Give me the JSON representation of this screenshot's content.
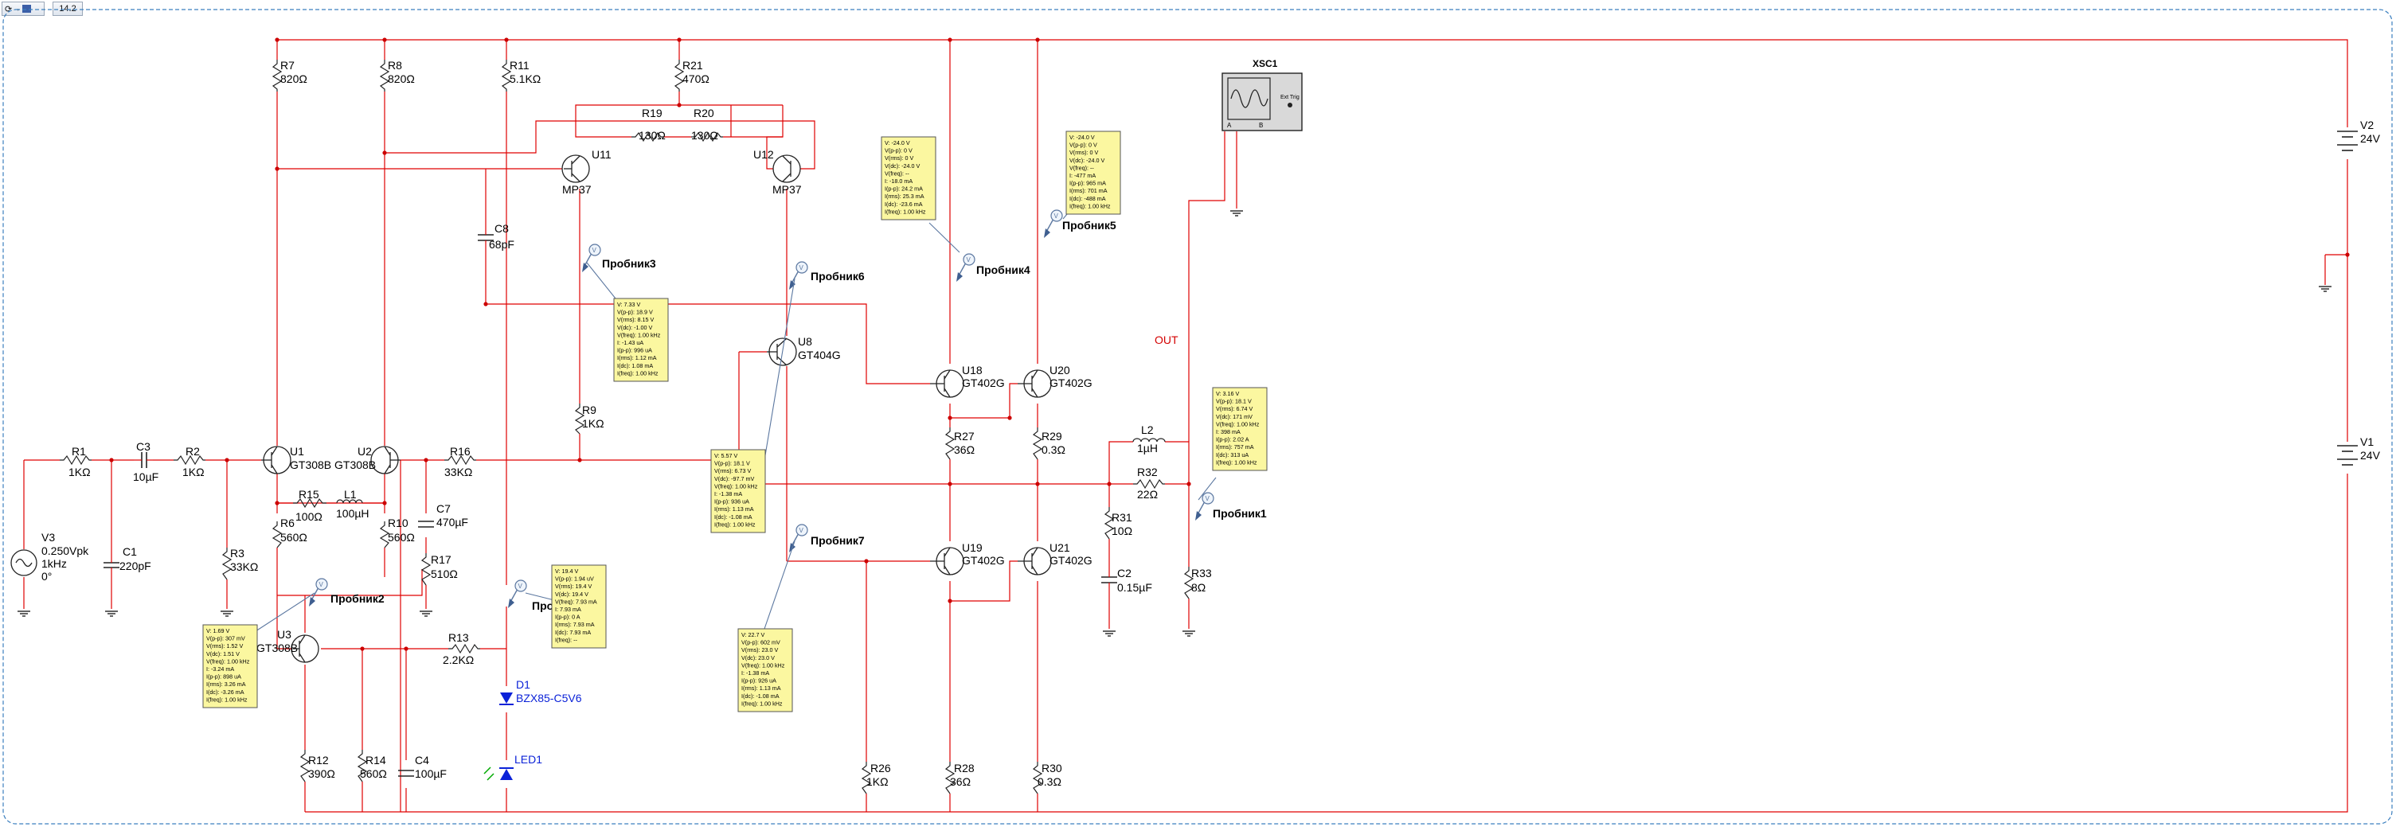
{
  "tabs": {
    "icons_label": "",
    "version": "14.2"
  },
  "components": {
    "R1": {
      "ref": "R1",
      "val": "1KΩ"
    },
    "R2": {
      "ref": "R2",
      "val": "1KΩ"
    },
    "R3": {
      "ref": "R3",
      "val": "33KΩ"
    },
    "R6": {
      "ref": "R6",
      "val": "560Ω"
    },
    "R7": {
      "ref": "R7",
      "val": "820Ω"
    },
    "R8": {
      "ref": "R8",
      "val": "820Ω"
    },
    "R9": {
      "ref": "R9",
      "val": "1KΩ"
    },
    "R10": {
      "ref": "R10",
      "val": "560Ω"
    },
    "R11": {
      "ref": "R11",
      "val": "5.1KΩ"
    },
    "R12": {
      "ref": "R12",
      "val": "390Ω"
    },
    "R13": {
      "ref": "R13",
      "val": "2.2KΩ"
    },
    "R14": {
      "ref": "R14",
      "val": "560Ω"
    },
    "R15": {
      "ref": "R15",
      "val": "100Ω"
    },
    "R16": {
      "ref": "R16",
      "val": "33KΩ"
    },
    "R17": {
      "ref": "R17",
      "val": "510Ω"
    },
    "R19": {
      "ref": "R19",
      "val": "130Ω"
    },
    "R20": {
      "ref": "R20",
      "val": "130Ω"
    },
    "R21": {
      "ref": "R21",
      "val": "470Ω"
    },
    "R26": {
      "ref": "R26",
      "val": "1KΩ"
    },
    "R27": {
      "ref": "R27",
      "val": "36Ω"
    },
    "R28": {
      "ref": "R28",
      "val": "36Ω"
    },
    "R29": {
      "ref": "R29",
      "val": "0.3Ω"
    },
    "R30": {
      "ref": "R30",
      "val": "0.3Ω"
    },
    "R31": {
      "ref": "R31",
      "val": "10Ω"
    },
    "R32": {
      "ref": "R32",
      "val": "22Ω"
    },
    "R33": {
      "ref": "R33",
      "val": "8Ω"
    },
    "C1": {
      "ref": "C1",
      "val": "220pF"
    },
    "C2": {
      "ref": "C2",
      "val": "0.15µF"
    },
    "C3": {
      "ref": "C3",
      "val": "10µF"
    },
    "C4": {
      "ref": "C4",
      "val": "100µF"
    },
    "C7": {
      "ref": "C7",
      "val": "470µF"
    },
    "C8": {
      "ref": "C8",
      "val": "68pF"
    },
    "L1": {
      "ref": "L1",
      "val": "100µH"
    },
    "L2": {
      "ref": "L2",
      "val": "1µH"
    },
    "U1": {
      "ref": "U1",
      "val": "GT308B"
    },
    "U2": {
      "ref": "U2",
      "val": "GT308B"
    },
    "U3": {
      "ref": "U3",
      "val": "GT308B"
    },
    "U8": {
      "ref": "U8",
      "val": "GT404G"
    },
    "U11": {
      "ref": "U11",
      "val": "MP37"
    },
    "U12": {
      "ref": "U12",
      "val": "MP37"
    },
    "U18": {
      "ref": "U18",
      "val": "GT402G"
    },
    "U19": {
      "ref": "U19",
      "val": "GT402G"
    },
    "U20": {
      "ref": "U20",
      "val": "GT402G"
    },
    "U21": {
      "ref": "U21",
      "val": "GT402G"
    },
    "D1": {
      "ref": "D1",
      "val": "BZX85-C5V6"
    },
    "LED1": {
      "ref": "LED1"
    },
    "V1": {
      "ref": "V1",
      "val": "24V"
    },
    "V2": {
      "ref": "V2",
      "val": "24V"
    },
    "V3": {
      "ref": "V3",
      "l1": "0.250Vpk",
      "l2": "1kHz",
      "l3": "0°"
    },
    "XSC1": {
      "ref": "XSC1",
      "ext": "Ext Trig"
    },
    "out_label": "OUT"
  },
  "probes": {
    "p1": {
      "name": "Пробник1",
      "lines": [
        "V: 3.16 V",
        "V(p-p): 18.1 V",
        "V(rms): 6.74 V",
        "V(dc): 171 mV",
        "V(freq): 1.00 kHz",
        "I: 398 mA",
        "I(p-p): 2.02 A",
        "I(rms): 757 mA",
        "I(dc): 313 uA",
        "I(freq): 1.00 kHz"
      ]
    },
    "p2": {
      "name": "Пробник2",
      "lines": [
        "V: 1.69 V",
        "V(p-p): 307 mV",
        "V(rms): 1.52 V",
        "V(dc): 1.51 V",
        "V(freq): 1.00 kHz",
        "I: -3.24 mA",
        "I(p-p): 898 uA",
        "I(rms): 3.26 mA",
        "I(dc): -3.26 mA",
        "I(freq): 1.00 kHz"
      ]
    },
    "p3": {
      "name": "Пробник3",
      "lines": [
        "V: 7.33 V",
        "V(p-p): 18.9 V",
        "V(rms): 8.15 V",
        "V(dc): -1.00 V",
        "V(freq): 1.00 kHz",
        "I: -1.43 uA",
        "I(p-p): 996 uA",
        "I(rms): 1.12 mA",
        "I(dc): 1.08 mA",
        "I(freq): 1.00 kHz"
      ]
    },
    "p4": {
      "name": "Пробник4",
      "lines": [
        "V: -24.0 V",
        "V(p-p): 0 V",
        "V(rms): 0 V",
        "V(dc): -24.0 V",
        "V(freq): --",
        "I: -18.0 mA",
        "I(p-p): 24.2 mA",
        "I(rms): 25.3 mA",
        "I(dc): -23.6 mA",
        "I(freq): 1.00 kHz"
      ]
    },
    "p5": {
      "name": "Пробник5",
      "lines": [
        "V: -24.0 V",
        "V(p-p): 0 V",
        "V(rms): 0 V",
        "V(dc): -24.0 V",
        "V(freq): --",
        "I: -477 mA",
        "I(p-p): 965 mA",
        "I(rms): 701 mA",
        "I(dc): -488 mA",
        "I(freq): 1.00 kHz"
      ]
    },
    "p6": {
      "name": "Пробник6",
      "lines": [
        "V: 5.57 V",
        "V(p-p): 18.1 V",
        "V(rms): 6.73 V",
        "V(dc): -97.7 mV",
        "V(freq): 1.00 kHz",
        "I: -1.38 mA",
        "I(p-p): 936 uA",
        "I(rms): 1.13 mA",
        "I(dc): -1.08 mA",
        "I(freq): 1.00 kHz"
      ]
    },
    "p7": {
      "name": "Пробник7",
      "lines": [
        "V: 22.7 V",
        "V(p-p): 602 mV",
        "V(rms): 23.0 V",
        "V(dc): 23.0 V",
        "V(freq): 1.00 kHz",
        "I: -1.38 mA",
        "I(p-p): 926 uA",
        "I(rms): 1.13 mA",
        "I(dc): -1.08 mA",
        "I(freq): 1.00 kHz"
      ]
    },
    "p8": {
      "name": "Про",
      "lines": [
        "V: 19.4 V",
        "V(p-p): 1.94 uV",
        "V(rms): 19.4 V",
        "V(dc): 19.4 V",
        "V(freq): 7.93 mA",
        "I: 7.93 mA",
        "I(p-p): 0 A",
        "I(rms): 7.93 mA",
        "I(dc): 7.93 mA",
        "I(freq): --"
      ]
    }
  }
}
